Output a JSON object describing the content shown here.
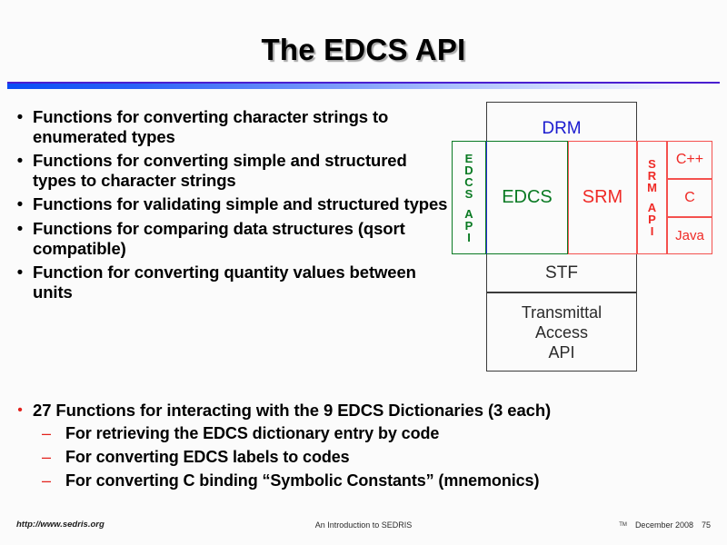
{
  "slide": {
    "title": "The EDCS API",
    "page_number": "75"
  },
  "main_bullets": [
    {
      "marker": "•",
      "text": "Functions for converting character strings to enumerated types"
    },
    {
      "marker": "•",
      "text": "Functions for converting simple and structured types to character strings"
    },
    {
      "marker": "•",
      "text": "Functions for validating simple and structured types"
    },
    {
      "marker": "•",
      "text": "Functions for comparing data structures (qsort compatible)"
    },
    {
      "marker": "•",
      "text": "Function for converting quantity values between units"
    }
  ],
  "lower_bullets": {
    "level1": {
      "marker": "•",
      "text": "27 Functions for interacting with the 9 EDCS Dictionaries (3 each)"
    },
    "level2": [
      {
        "marker": "–",
        "text": "For retrieving the EDCS dictionary entry by code"
      },
      {
        "marker": "–",
        "text": "For converting EDCS labels to codes"
      },
      {
        "marker": "–",
        "text": "For converting C binding “Symbolic Constants” (mnemonics)"
      }
    ]
  },
  "diagram": {
    "drm": "DRM",
    "stf": "STF",
    "transmittal": [
      "Transmittal",
      "Access",
      "API"
    ],
    "edcs_api_letters": [
      "E",
      "D",
      "C",
      "S",
      "A",
      "P",
      "I"
    ],
    "edcs": "EDCS",
    "srm": "SRM",
    "srm_api_letters": [
      "S",
      "R",
      "M",
      "A",
      "P",
      "I"
    ],
    "bindings": [
      "C++",
      "C",
      "Java"
    ],
    "colors": {
      "drm_text": "#1b1bcf",
      "edcs_green": "#0a7a23",
      "srm_red": "#ef2a26",
      "frame_black": "#3b3b3b"
    }
  },
  "footer": {
    "url": "http://www.sedris.org",
    "center": "An Introduction to SEDRIS",
    "trademark": "TM",
    "date": "December 2008",
    "page": "75"
  }
}
